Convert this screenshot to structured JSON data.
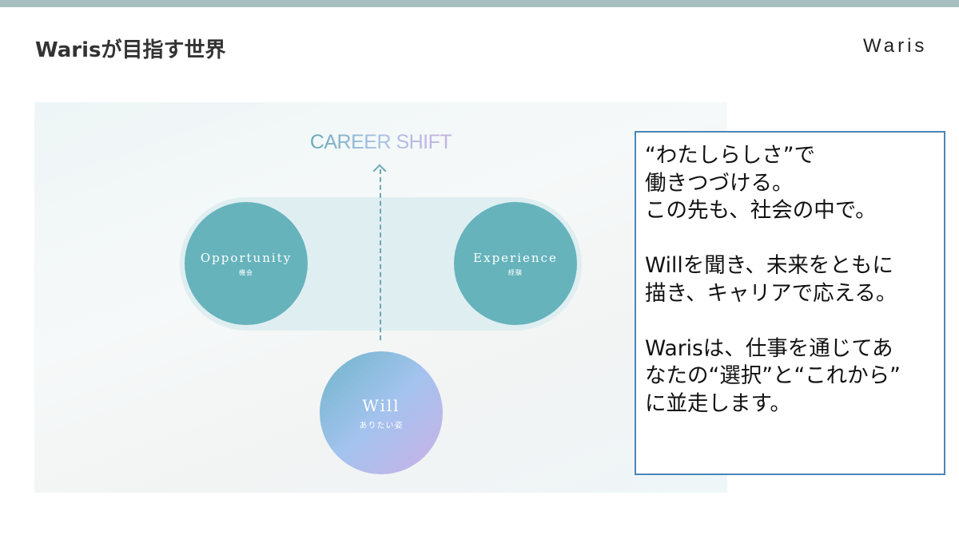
{
  "header": {
    "title": "Warisが目指す世界",
    "logo": "Waris"
  },
  "diagram": {
    "heading": "CAREER SHIFT",
    "circles": [
      {
        "en": "Opportunity",
        "jp": "機会"
      },
      {
        "en": "Experience",
        "jp": "経験"
      },
      {
        "en": "Will",
        "jp": "ありたい姿"
      }
    ]
  },
  "message": {
    "lines": [
      "“わたしらしさ”で",
      "働きつづける。",
      "この先も、社会の中で。",
      "",
      "Willを聞き、未来をともに",
      "描き、キャリアで応える。",
      "",
      "Warisは、仕事を通じてあ",
      "なたの“選択”と“これから”",
      "に並走します。"
    ]
  },
  "colors": {
    "accent": "#66b3bc",
    "border": "#4a86b8",
    "topbar": "#a8bfc0"
  }
}
